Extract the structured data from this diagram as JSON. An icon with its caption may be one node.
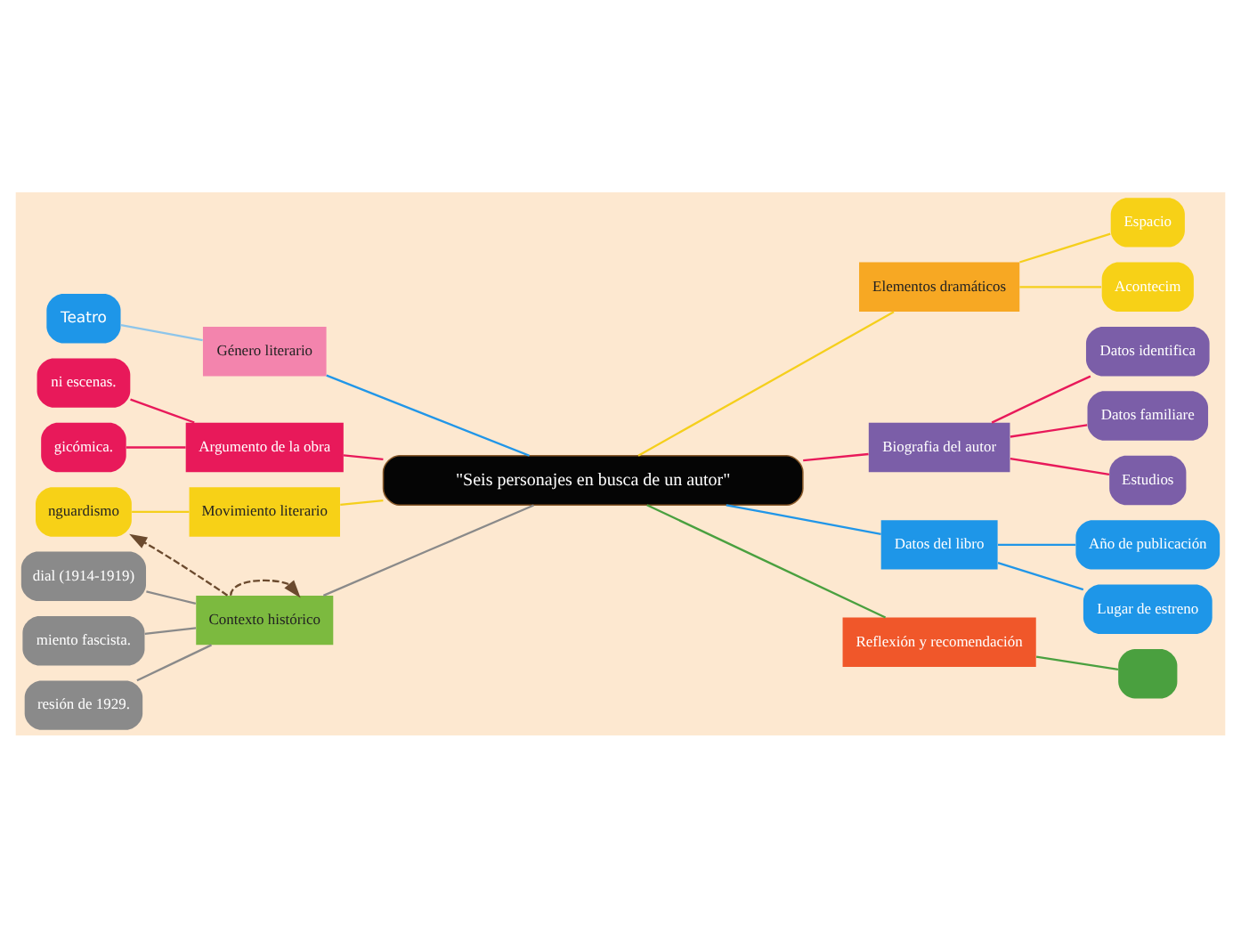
{
  "diagram": {
    "nodes": [
      {
        "text": [
          "\"Seis personajes en busca de un autor\""
        ]
      },
      {
        "text": [
          "Género literario"
        ]
      },
      {
        "text": [
          "Teatro"
        ]
      },
      {
        "text": [
          "Argumento de la obra"
        ]
      },
      {
        "text": [
          "ni escenas."
        ]
      },
      {
        "text": [
          "gicómica."
        ]
      },
      {
        "text": [
          "Movimiento literario"
        ]
      },
      {
        "text": [
          "nguardismo"
        ]
      },
      {
        "text": [
          "Contexto histórico"
        ]
      },
      {
        "text": [
          "dial (1914-1919)"
        ]
      },
      {
        "text": [
          "miento fascista."
        ]
      },
      {
        "text": [
          "resión de 1929."
        ]
      },
      {
        "text": [
          "Elementos dramáticos"
        ]
      },
      {
        "text": [
          "Espacio"
        ]
      },
      {
        "text": [
          "Acontecim"
        ]
      },
      {
        "text": [
          "Biografia del autor"
        ]
      },
      {
        "text": [
          "Datos identifica"
        ]
      },
      {
        "text": [
          "Datos familiare"
        ]
      },
      {
        "text": [
          "Estudios"
        ]
      },
      {
        "text": [
          "Datos del libro"
        ]
      },
      {
        "text": [
          "Año de publicación"
        ]
      },
      {
        "text": [
          "Lugar de estreno"
        ]
      },
      {
        "text": [
          "Reflexión y recomendación"
        ]
      },
      {
        "text": [],
        "shape": "box"
      }
    ],
    "edges": [
      {
        "from": 0,
        "to": 1,
        "arrow": "none",
        "color": "#2196e8"
      },
      {
        "from": 1,
        "to": 2,
        "arrow": "none",
        "color": "#8ec5ea"
      },
      {
        "from": 0,
        "to": 3,
        "arrow": "none",
        "color": "#e8195a"
      },
      {
        "from": 3,
        "to": 4,
        "arrow": "none",
        "color": "#e8195a"
      },
      {
        "from": 3,
        "to": 5,
        "arrow": "none",
        "color": "#e8195a"
      },
      {
        "from": 0,
        "to": 6,
        "arrow": "none",
        "color": "#f5cf1c"
      },
      {
        "from": 6,
        "to": 7,
        "arrow": "none",
        "color": "#f5cf1c"
      },
      {
        "from": 0,
        "to": 8,
        "arrow": "none",
        "color": "#8a8a8a"
      },
      {
        "from": 8,
        "to": 9,
        "arrow": "none",
        "color": "#8a8a8a"
      },
      {
        "from": 8,
        "to": 10,
        "arrow": "none",
        "color": "#8a8a8a"
      },
      {
        "from": 8,
        "to": 11,
        "arrow": "none",
        "color": "#8a8a8a"
      },
      {
        "from": 8,
        "to": 7,
        "arrow": "to",
        "style": "dashed",
        "color": "#6b4a2e"
      },
      {
        "from": 8,
        "to": 8,
        "arrow": "to",
        "style": "dashed",
        "color": "#6b4a2e"
      },
      {
        "from": 0,
        "to": 12,
        "arrow": "none",
        "color": "#f5cf1c"
      },
      {
        "from": 12,
        "to": 13,
        "arrow": "none",
        "color": "#f5cf1c"
      },
      {
        "from": 12,
        "to": 14,
        "arrow": "none",
        "color": "#f5cf1c"
      },
      {
        "from": 0,
        "to": 15,
        "arrow": "none",
        "color": "#e8195a"
      },
      {
        "from": 15,
        "to": 16,
        "arrow": "none",
        "color": "#e8195a"
      },
      {
        "from": 15,
        "to": 17,
        "arrow": "none",
        "color": "#e8195a"
      },
      {
        "from": 15,
        "to": 18,
        "arrow": "none",
        "color": "#e8195a"
      },
      {
        "from": 0,
        "to": 19,
        "arrow": "none",
        "color": "#2196e8"
      },
      {
        "from": 19,
        "to": 20,
        "arrow": "none",
        "color": "#2196e8"
      },
      {
        "from": 19,
        "to": 21,
        "arrow": "none",
        "color": "#2196e8"
      },
      {
        "from": 0,
        "to": 22,
        "arrow": "none",
        "color": "#4aa03f"
      },
      {
        "from": 22,
        "to": 23,
        "arrow": "none",
        "color": "#4aa03f"
      }
    ]
  }
}
